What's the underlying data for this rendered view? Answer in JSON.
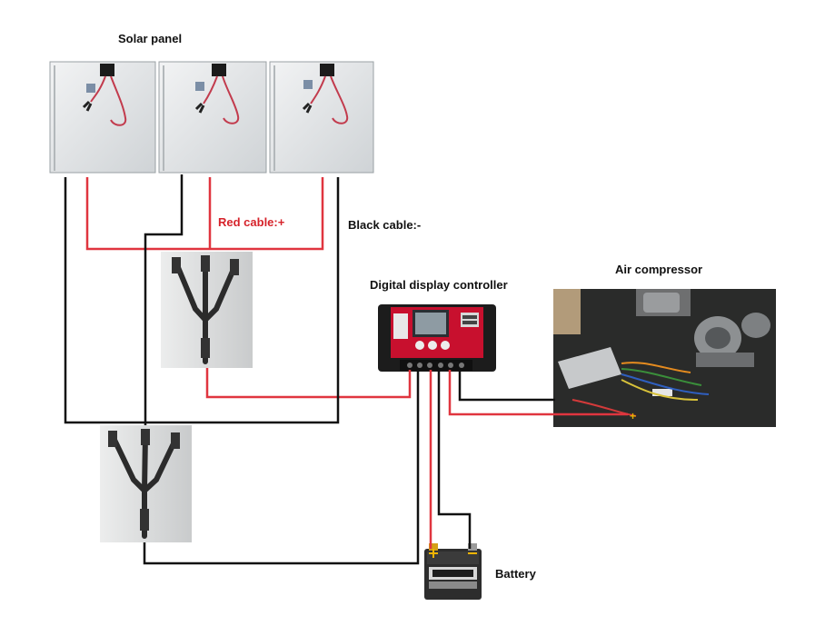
{
  "labels": {
    "solar_panel": "Solar panel",
    "red_cable": "Red cable:+",
    "black_cable": "Black cable:-",
    "controller": "Digital display controller",
    "air_compressor": "Air compressor",
    "battery": "Battery"
  },
  "colors": {
    "red_wire": "#e0353f",
    "black_wire": "#111111",
    "red_label": "#d6232b",
    "controller_body": "#c8102e"
  },
  "icons": [
    "solar-panel-icon",
    "y-branch-connector-icon",
    "charge-controller-icon",
    "air-compressor-photo",
    "battery-icon"
  ]
}
